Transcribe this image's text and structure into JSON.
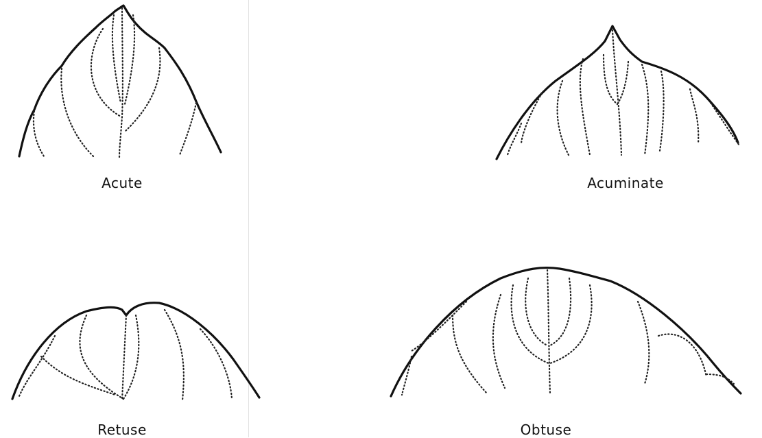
{
  "shapes": {
    "acute": {
      "label": "Acute"
    },
    "acuminate": {
      "label": "Acuminate"
    },
    "retuse": {
      "label": "Retuse"
    },
    "obtuse": {
      "label": "Obtuse"
    }
  },
  "colors": {
    "outline": "#111111",
    "vein": "#222222",
    "background": "#ffffff"
  }
}
